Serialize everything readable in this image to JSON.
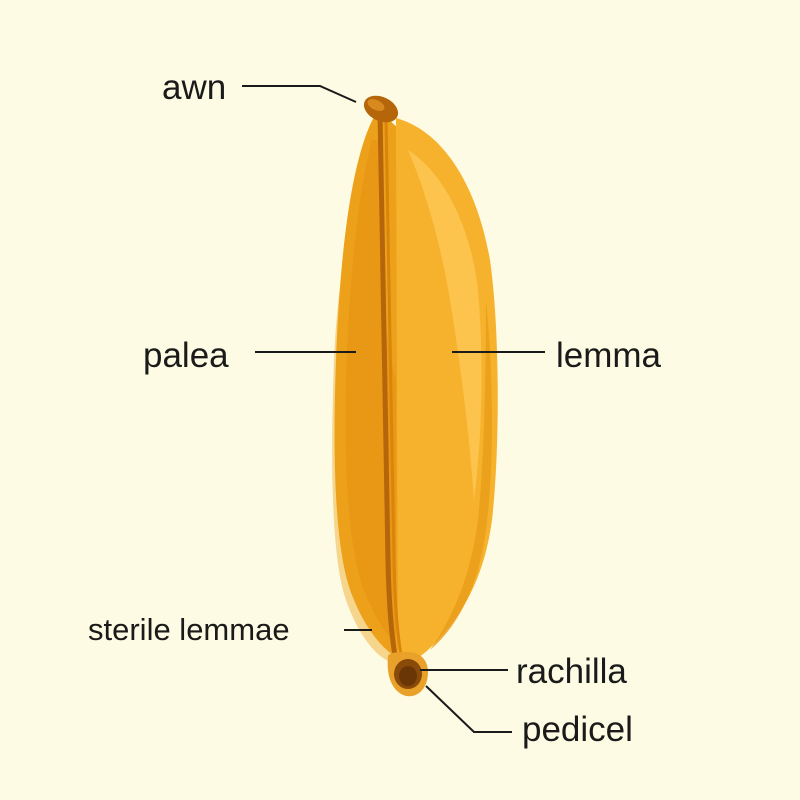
{
  "diagram": {
    "labels": {
      "awn": "awn",
      "palea": "palea",
      "lemma": "lemma",
      "sterile_lemmae": "sterile lemmae",
      "rachilla": "rachilla",
      "pedicel": "pedicel"
    }
  },
  "colors": {
    "background": "#fdfbe3",
    "grain_main": "#f2a21c",
    "grain_light": "#fbc24a",
    "grain_dark": "#d98407",
    "seam": "#b5660a",
    "base": "#8a4a0a",
    "leader_line": "#1a1a1a"
  }
}
